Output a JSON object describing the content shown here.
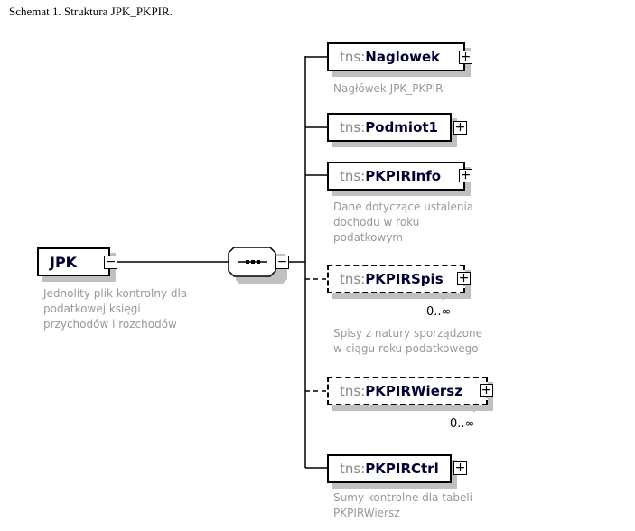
{
  "caption": "Schemat 1. Struktura JPK_PKPIR.",
  "root": {
    "name": "JPK",
    "toggle": "−",
    "description": [
      "Jednolity plik kontrolny dla",
      "podatkowej księgi",
      "przychodów i rozchodów"
    ]
  },
  "sequence": {
    "toggle": "−"
  },
  "prefix": "tns:",
  "elements": [
    {
      "name": "Naglowek",
      "toggle": "+",
      "description": [
        "Nagłówek JPK_PKPIR"
      ]
    },
    {
      "name": "Podmiot1",
      "toggle": "+"
    },
    {
      "name": "PKPIRInfo",
      "toggle": "+",
      "description": [
        "Dane dotyczące ustalenia",
        "dochodu w roku",
        "podatkowym"
      ]
    },
    {
      "name": "PKPIRSpis",
      "toggle": "+",
      "cardinality": "0..∞",
      "description": [
        "Spisy z natury sporządzone",
        "w ciągu roku podatkowego"
      ]
    },
    {
      "name": "PKPIRWiersz",
      "toggle": "+",
      "cardinality": "0..∞"
    },
    {
      "name": "PKPIRCtrl",
      "toggle": "+",
      "description": [
        "Sumy kontrolne dla tabeli",
        "PKPIRWiersz"
      ]
    }
  ]
}
